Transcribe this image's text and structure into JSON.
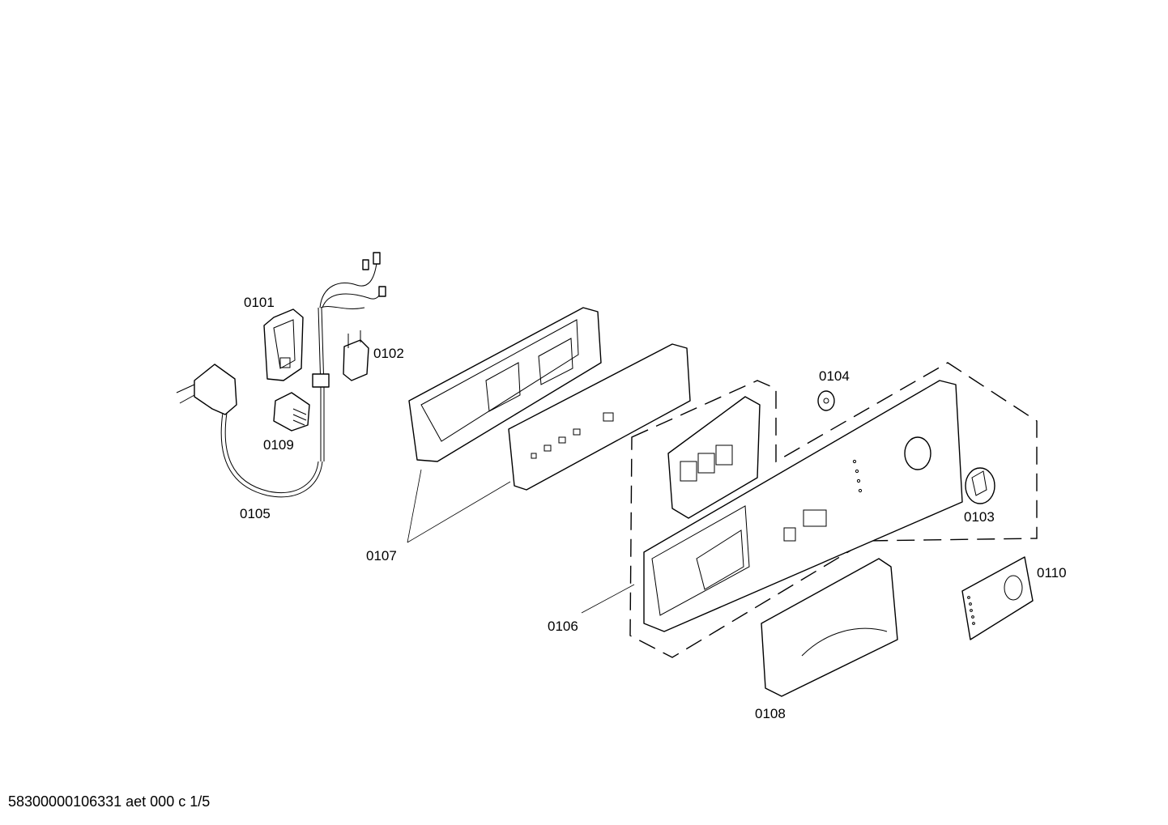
{
  "labels": {
    "p0101": "0101",
    "p0102": "0102",
    "p0103": "0103",
    "p0104": "0104",
    "p0105": "0105",
    "p0106": "0106",
    "p0107": "0107",
    "p0108": "0108",
    "p0109": "0109",
    "p0110": "0110"
  },
  "footer_text": "58300000106331 aet 000 c 1/5"
}
